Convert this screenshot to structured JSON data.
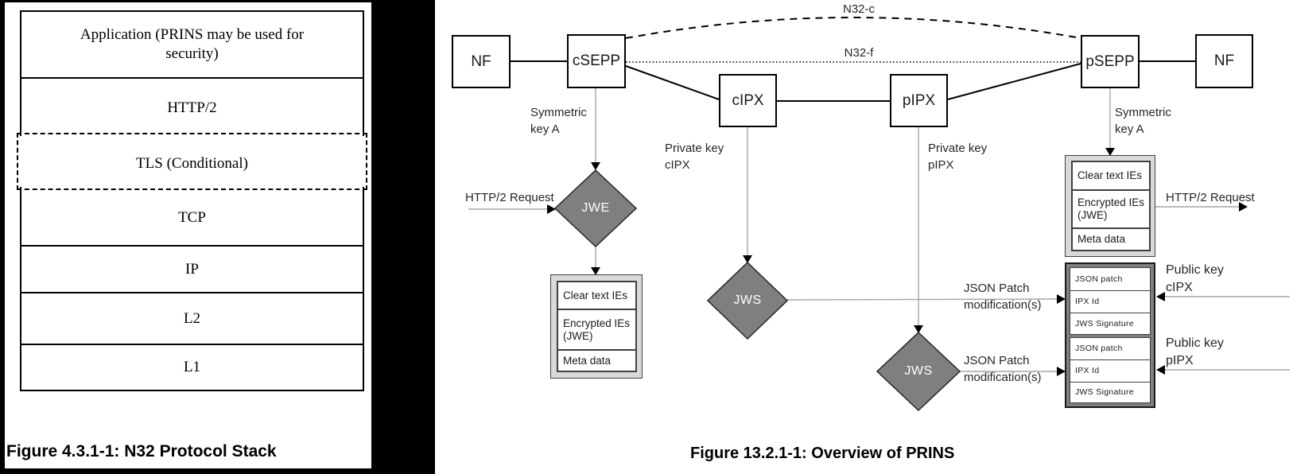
{
  "left_figure": {
    "caption": "Figure 4.3.1-1: N32 Protocol Stack",
    "layers": [
      {
        "label": "Application (PRINS may be used for\nsecurity)",
        "border": "solid"
      },
      {
        "label": "HTTP/2",
        "border": "solid"
      },
      {
        "label": "TLS (Conditional)",
        "border": "dashed"
      },
      {
        "label": "TCP",
        "border": "solid"
      },
      {
        "label": "IP",
        "border": "solid"
      },
      {
        "label": "L2",
        "border": "solid"
      },
      {
        "label": "L1",
        "border": "solid"
      }
    ]
  },
  "right_figure": {
    "caption": "Figure 13.2.1-1: Overview of PRINS",
    "nodes": {
      "nf_left": "NF",
      "csepp": "cSEPP",
      "cipx": "cIPX",
      "pipx": "pIPX",
      "psepp": "pSEPP",
      "nf_right": "NF"
    },
    "interfaces": {
      "n32c": "N32-c",
      "n32f": "N32-f"
    },
    "diamonds": {
      "jwe": "JWE",
      "jws_cipx": "JWS",
      "jws_pipx": "JWS"
    },
    "labels": {
      "symmetric_key_left": "Symmetric\nkey A",
      "symmetric_key_right": "Symmetric\nkey A",
      "http2_request_left": "HTTP/2 Request",
      "http2_request_right": "HTTP/2 Request",
      "private_key_cipx": "Private key\ncIPX",
      "private_key_pipx": "Private key\npIPX",
      "json_patch_mod_1": "JSON Patch\nmodification(s)",
      "json_patch_mod_2": "JSON Patch\nmodification(s)",
      "public_key_cipx": "Public key\ncIPX",
      "public_key_pipx": "Public key\npIPX"
    },
    "message_boxes": {
      "jwe_result": {
        "cells": [
          "Clear text IEs",
          "Encrypted IEs (JWE)",
          "Meta data"
        ]
      },
      "psepp_result": {
        "cells": [
          "Clear text IEs",
          "Encrypted IEs (JWE)",
          "Meta data"
        ]
      },
      "json_patch_cipx": {
        "cells": [
          "JSON patch",
          "IPX Id",
          "JWS Signature"
        ]
      },
      "json_patch_pipx": {
        "cells": [
          "JSON patch",
          "IPX Id",
          "JWS Signature"
        ]
      }
    },
    "colors": {
      "diamond_fill": "#7f7f7f",
      "diamond_text": "#ffffff",
      "frame_light": "#d9d9d9",
      "frame_dark": "#7f7f7f",
      "connector_gray": "#a6a6a6",
      "line_black": "#000000",
      "background_left": "#000000"
    }
  }
}
